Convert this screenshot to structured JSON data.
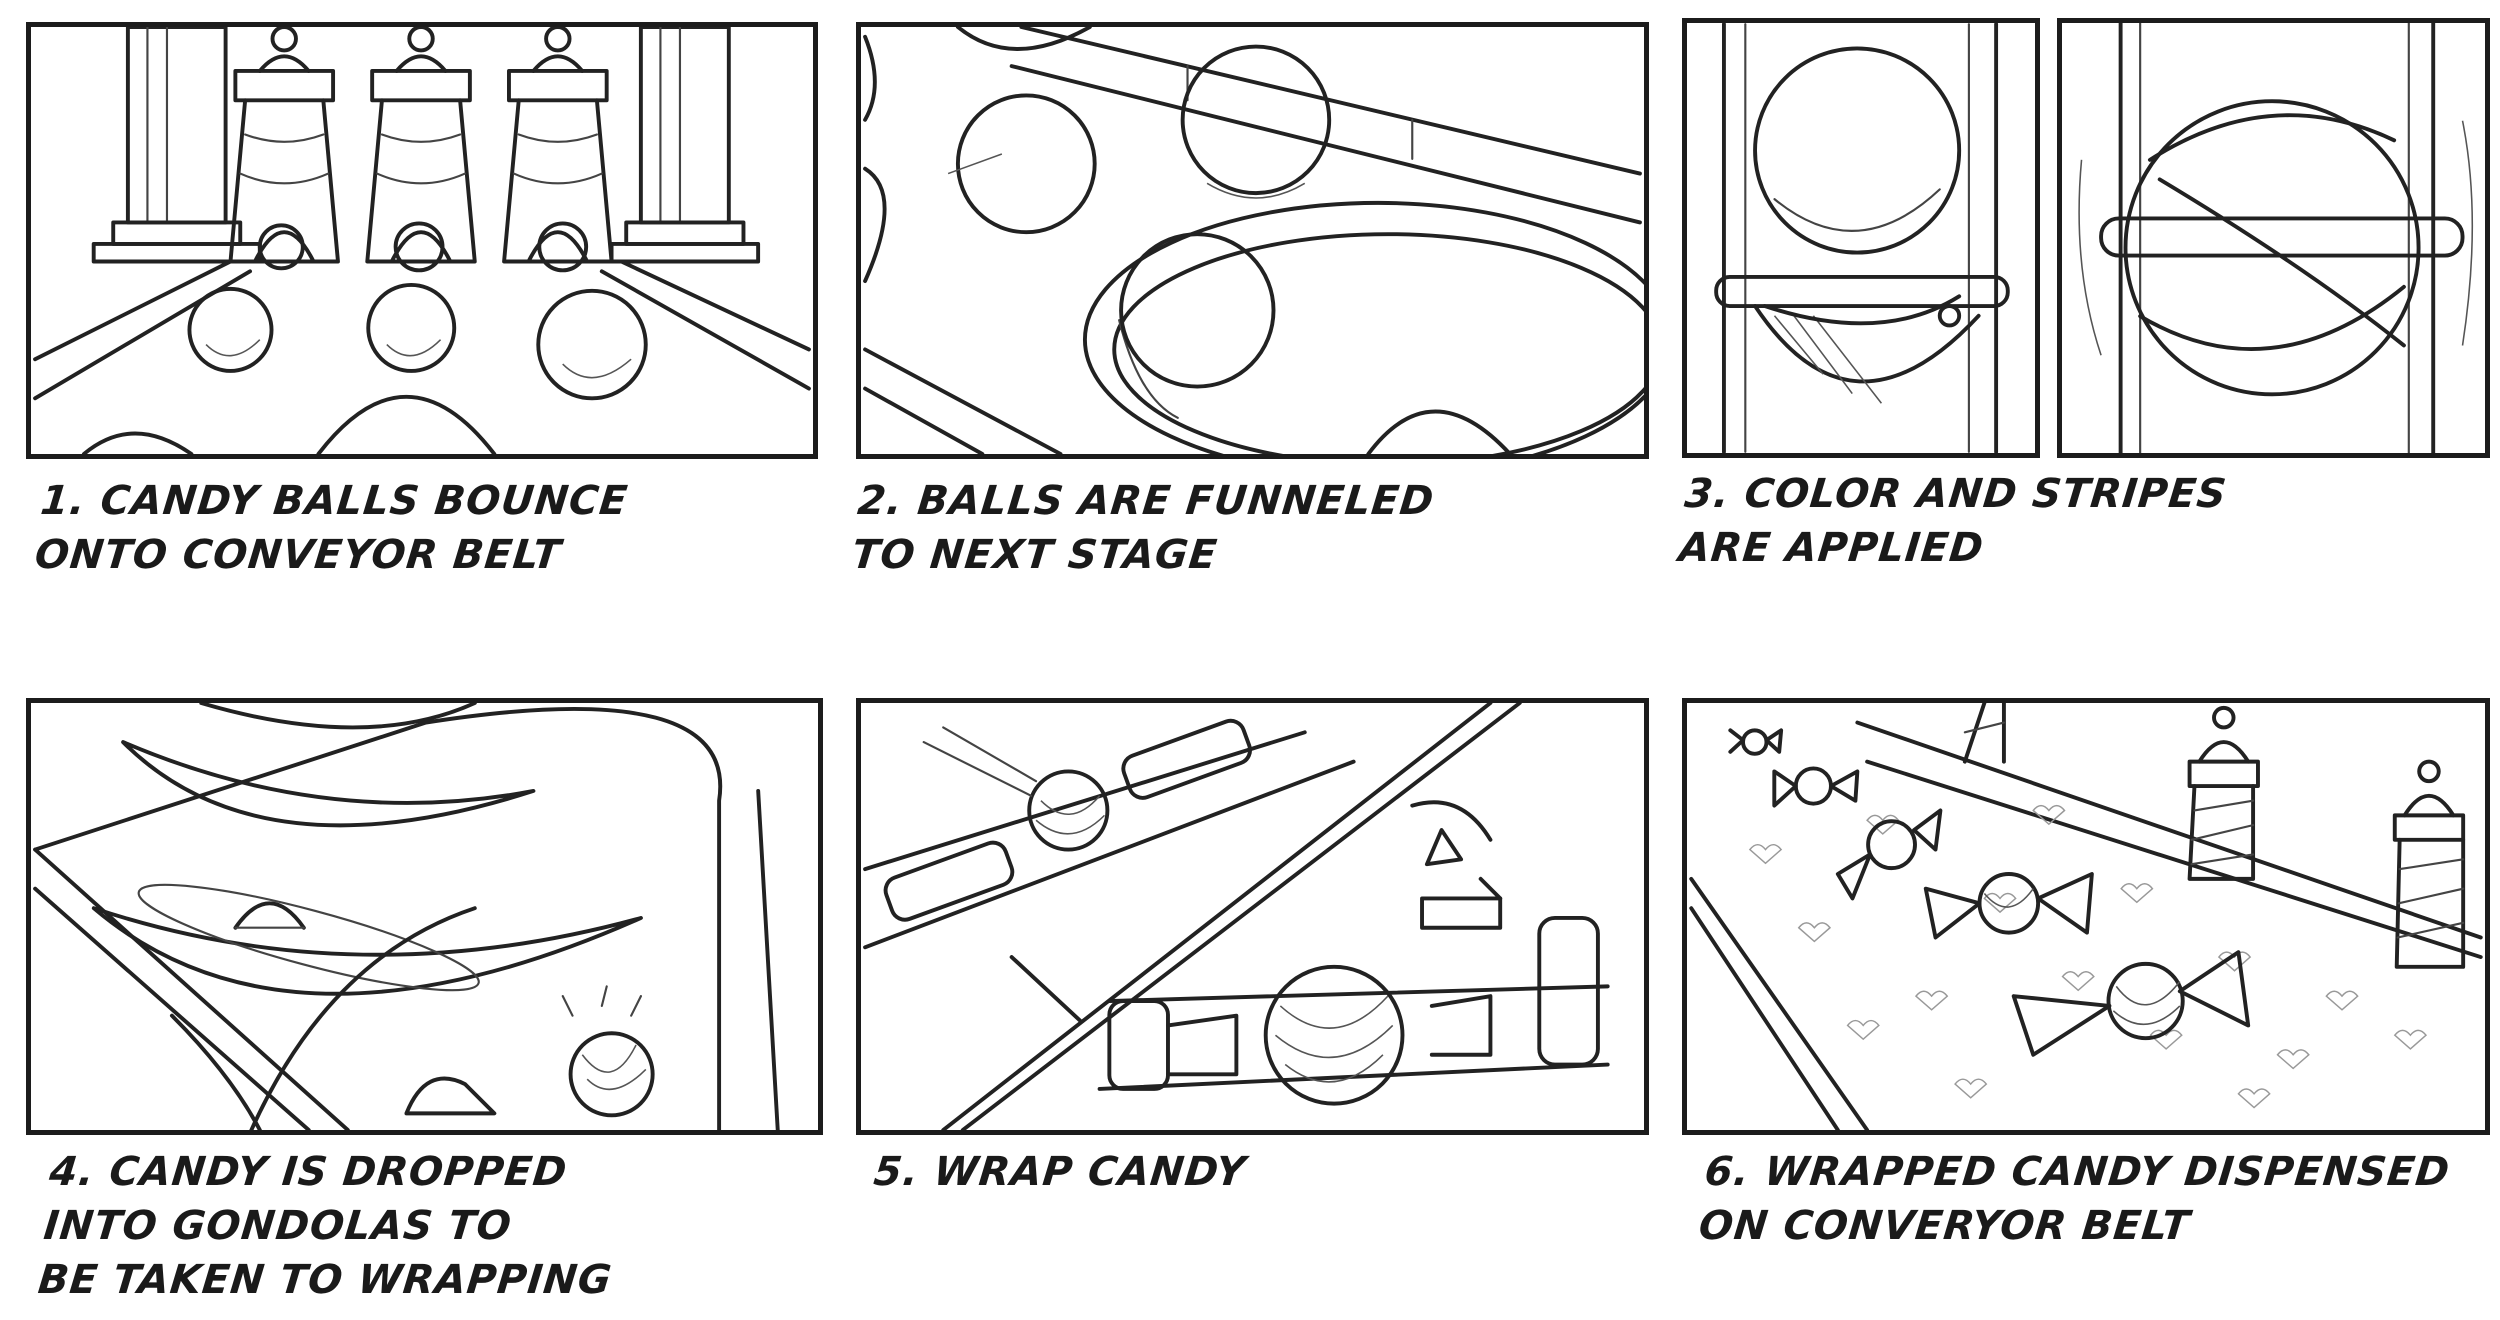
{
  "panels": [
    {
      "caption_lines": [
        "1. Candy balls bounce",
        "onto conveyor belt"
      ]
    },
    {
      "caption_lines": [
        "2. Balls are funneled",
        "to next stage"
      ]
    },
    {
      "caption_lines": [
        "3. Color and stripes",
        "are applied"
      ]
    },
    {
      "caption_lines": [
        "4. Candy is dropped",
        "into gondolas to",
        "be taken to wrapping"
      ]
    },
    {
      "caption_lines": [
        "5. Wrap candy"
      ]
    },
    {
      "caption_lines": [
        "6. Wrapped candy dispensed",
        "on converyor belt"
      ]
    }
  ]
}
